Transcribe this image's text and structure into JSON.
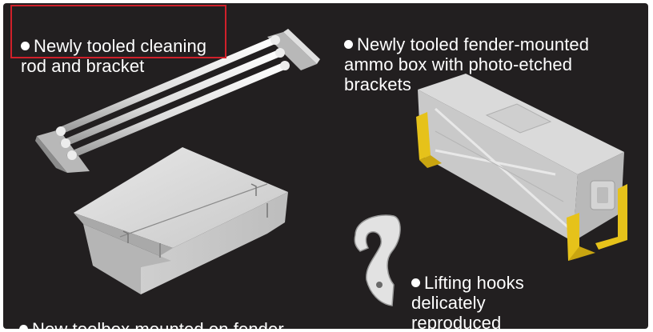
{
  "captions": {
    "cleaning_rod": "Newly tooled cleaning\nrod and bracket",
    "ammo_box": "Newly tooled fender-mounted\nammo box with photo-etched\nbrackets",
    "toolbox": "New toolbox mounted on fender",
    "lifting_hooks": "Lifting hooks\ndelicately\nreproduced"
  },
  "colors": {
    "background": "#221f20",
    "highlight_border": "#d0202a",
    "part_gray": "#d9d9d9",
    "bracket_yellow": "#e6c21a",
    "text": "#ffffff"
  }
}
